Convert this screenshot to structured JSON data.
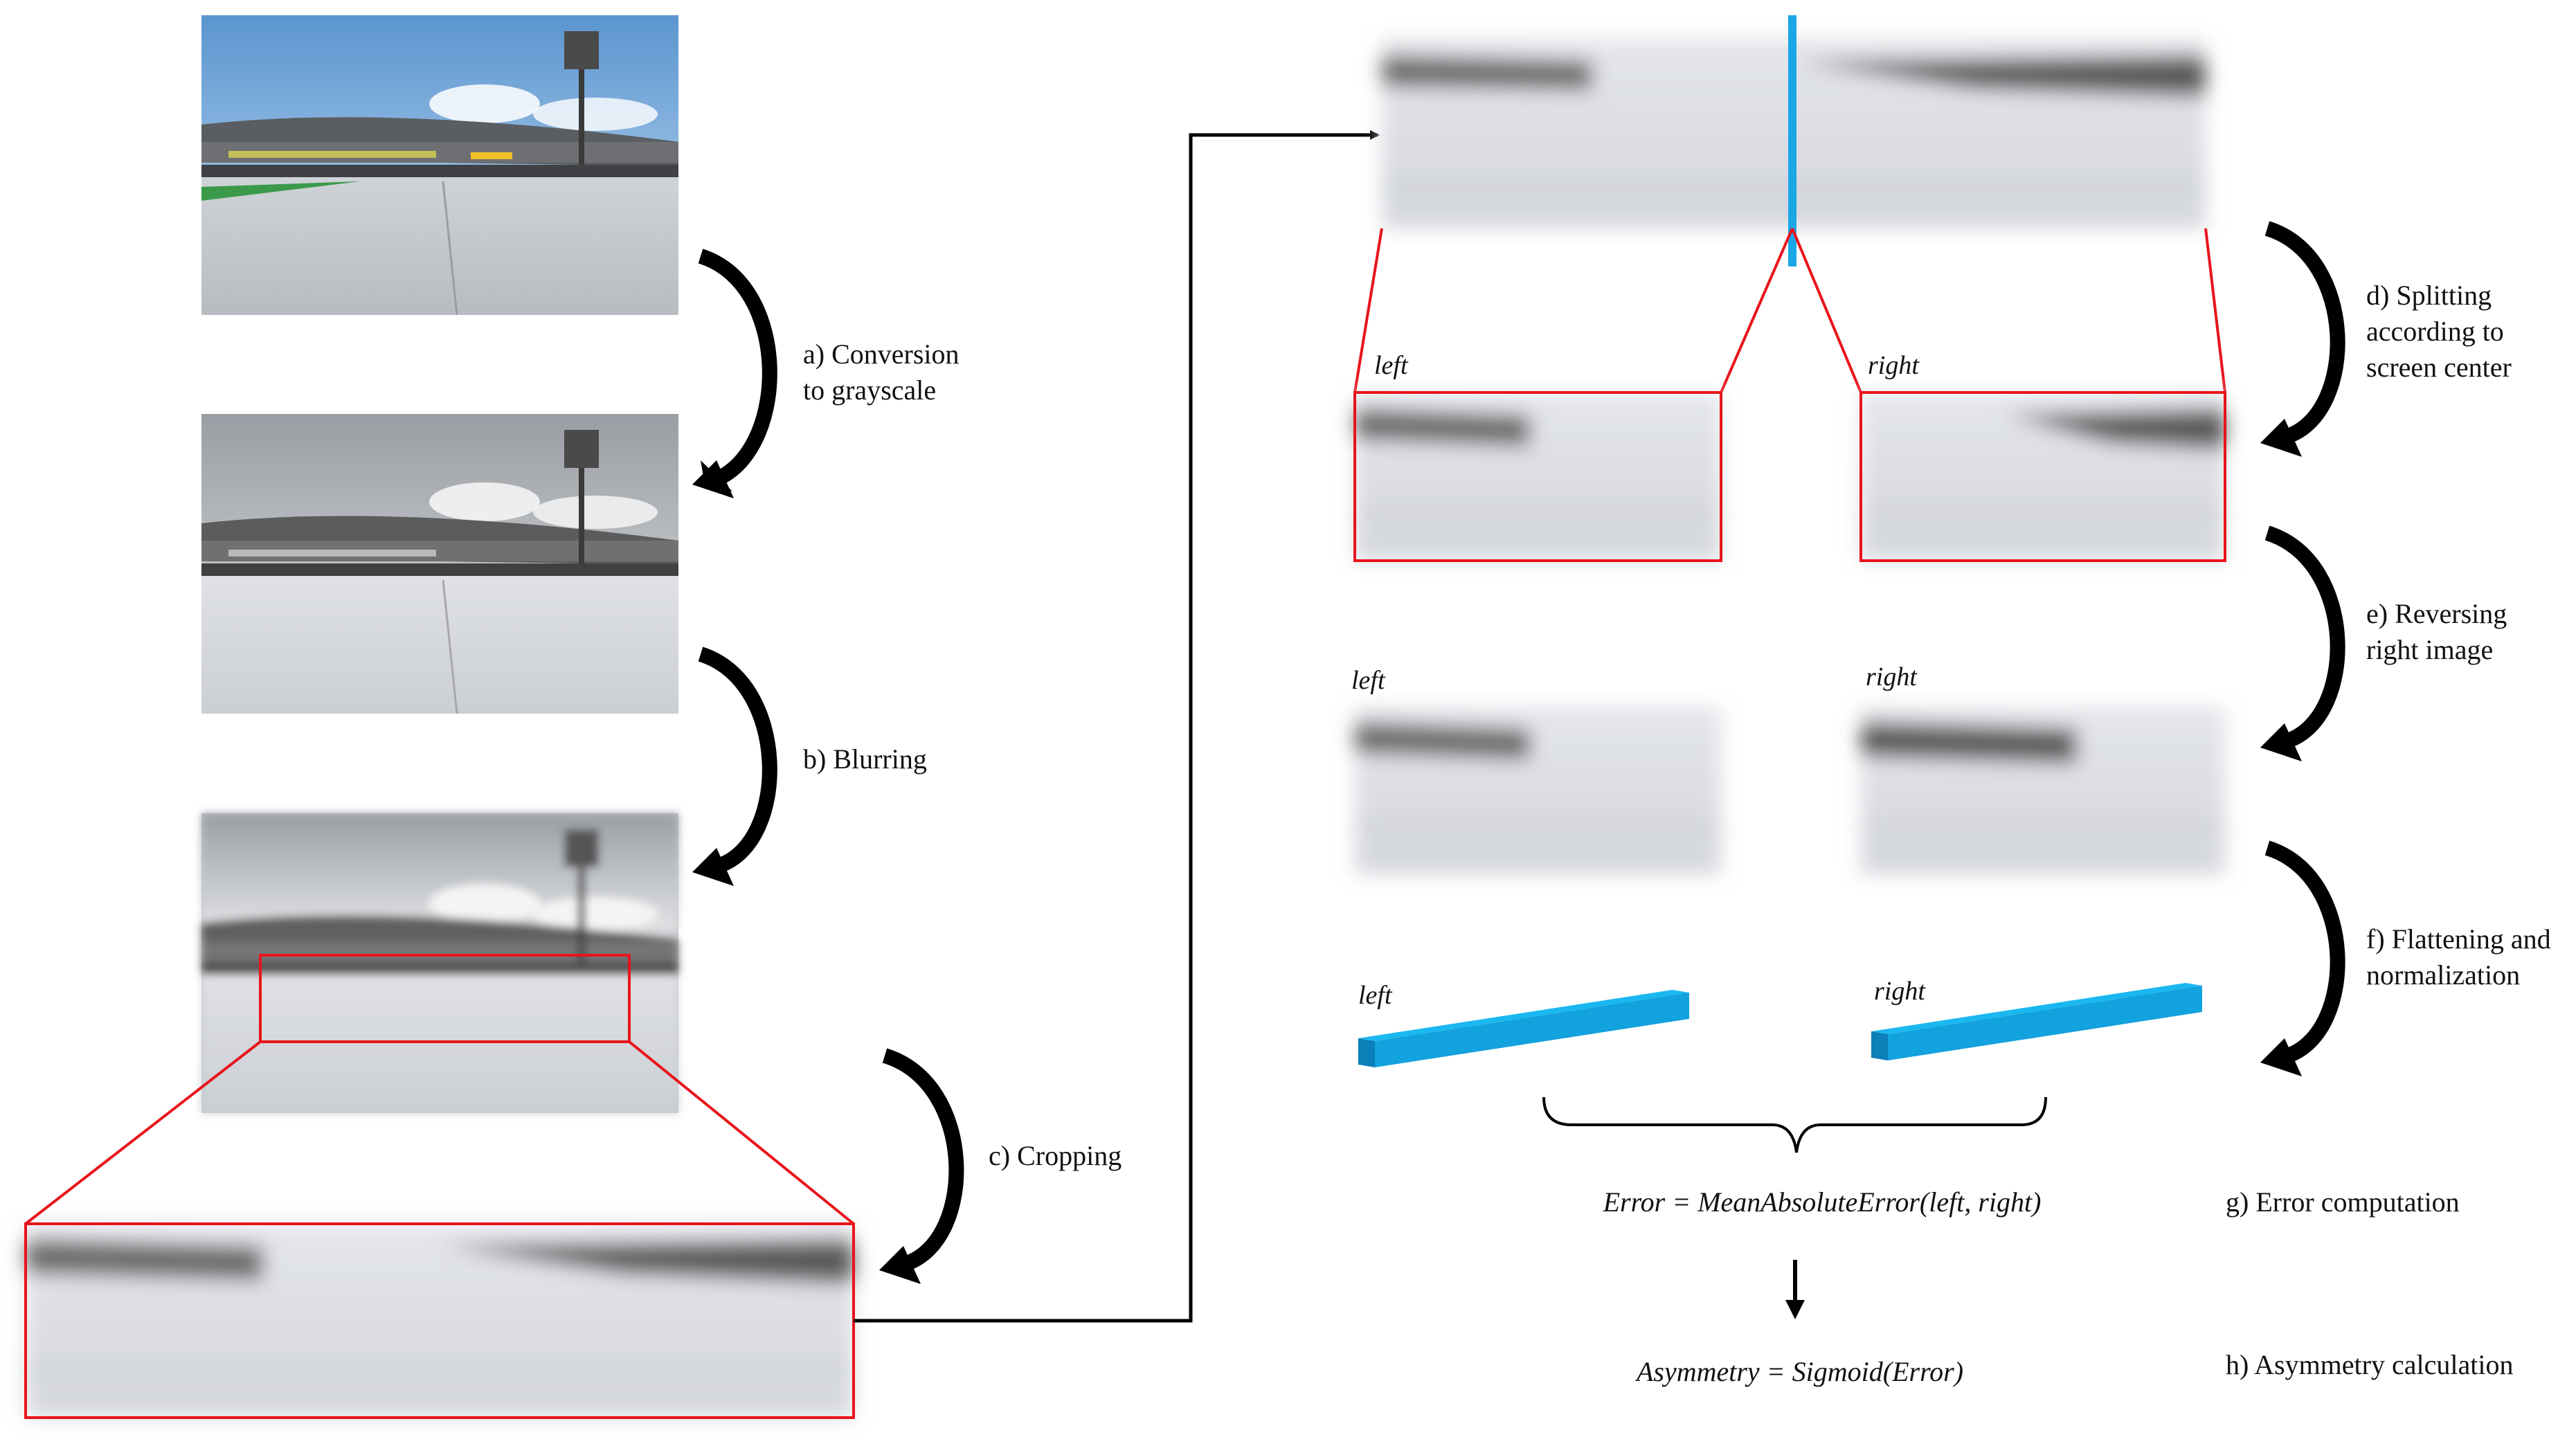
{
  "steps": {
    "a": "a) Conversion\nto grayscale",
    "b": "b) Blurring",
    "c": "c) Cropping",
    "d": "d) Splitting\naccording to\nscreen center",
    "e": "e) Reversing\nright image",
    "f": "f) Flattening and\nnormalization",
    "g": "g) Error computation",
    "h": "h) Asymmetry calculation"
  },
  "side_labels": {
    "left": "left",
    "right": "right"
  },
  "formulas": {
    "error": "Error = MeanAbsoluteError(left, right)",
    "asymmetry": "Asymmetry = Sigmoid(Error)"
  },
  "colors": {
    "crop_box": "#e8141b",
    "center_line": "#1aa7e6",
    "bar_top": "#1ab8f0",
    "bar_side": "#0a7fb8",
    "arrow": "#000000"
  }
}
